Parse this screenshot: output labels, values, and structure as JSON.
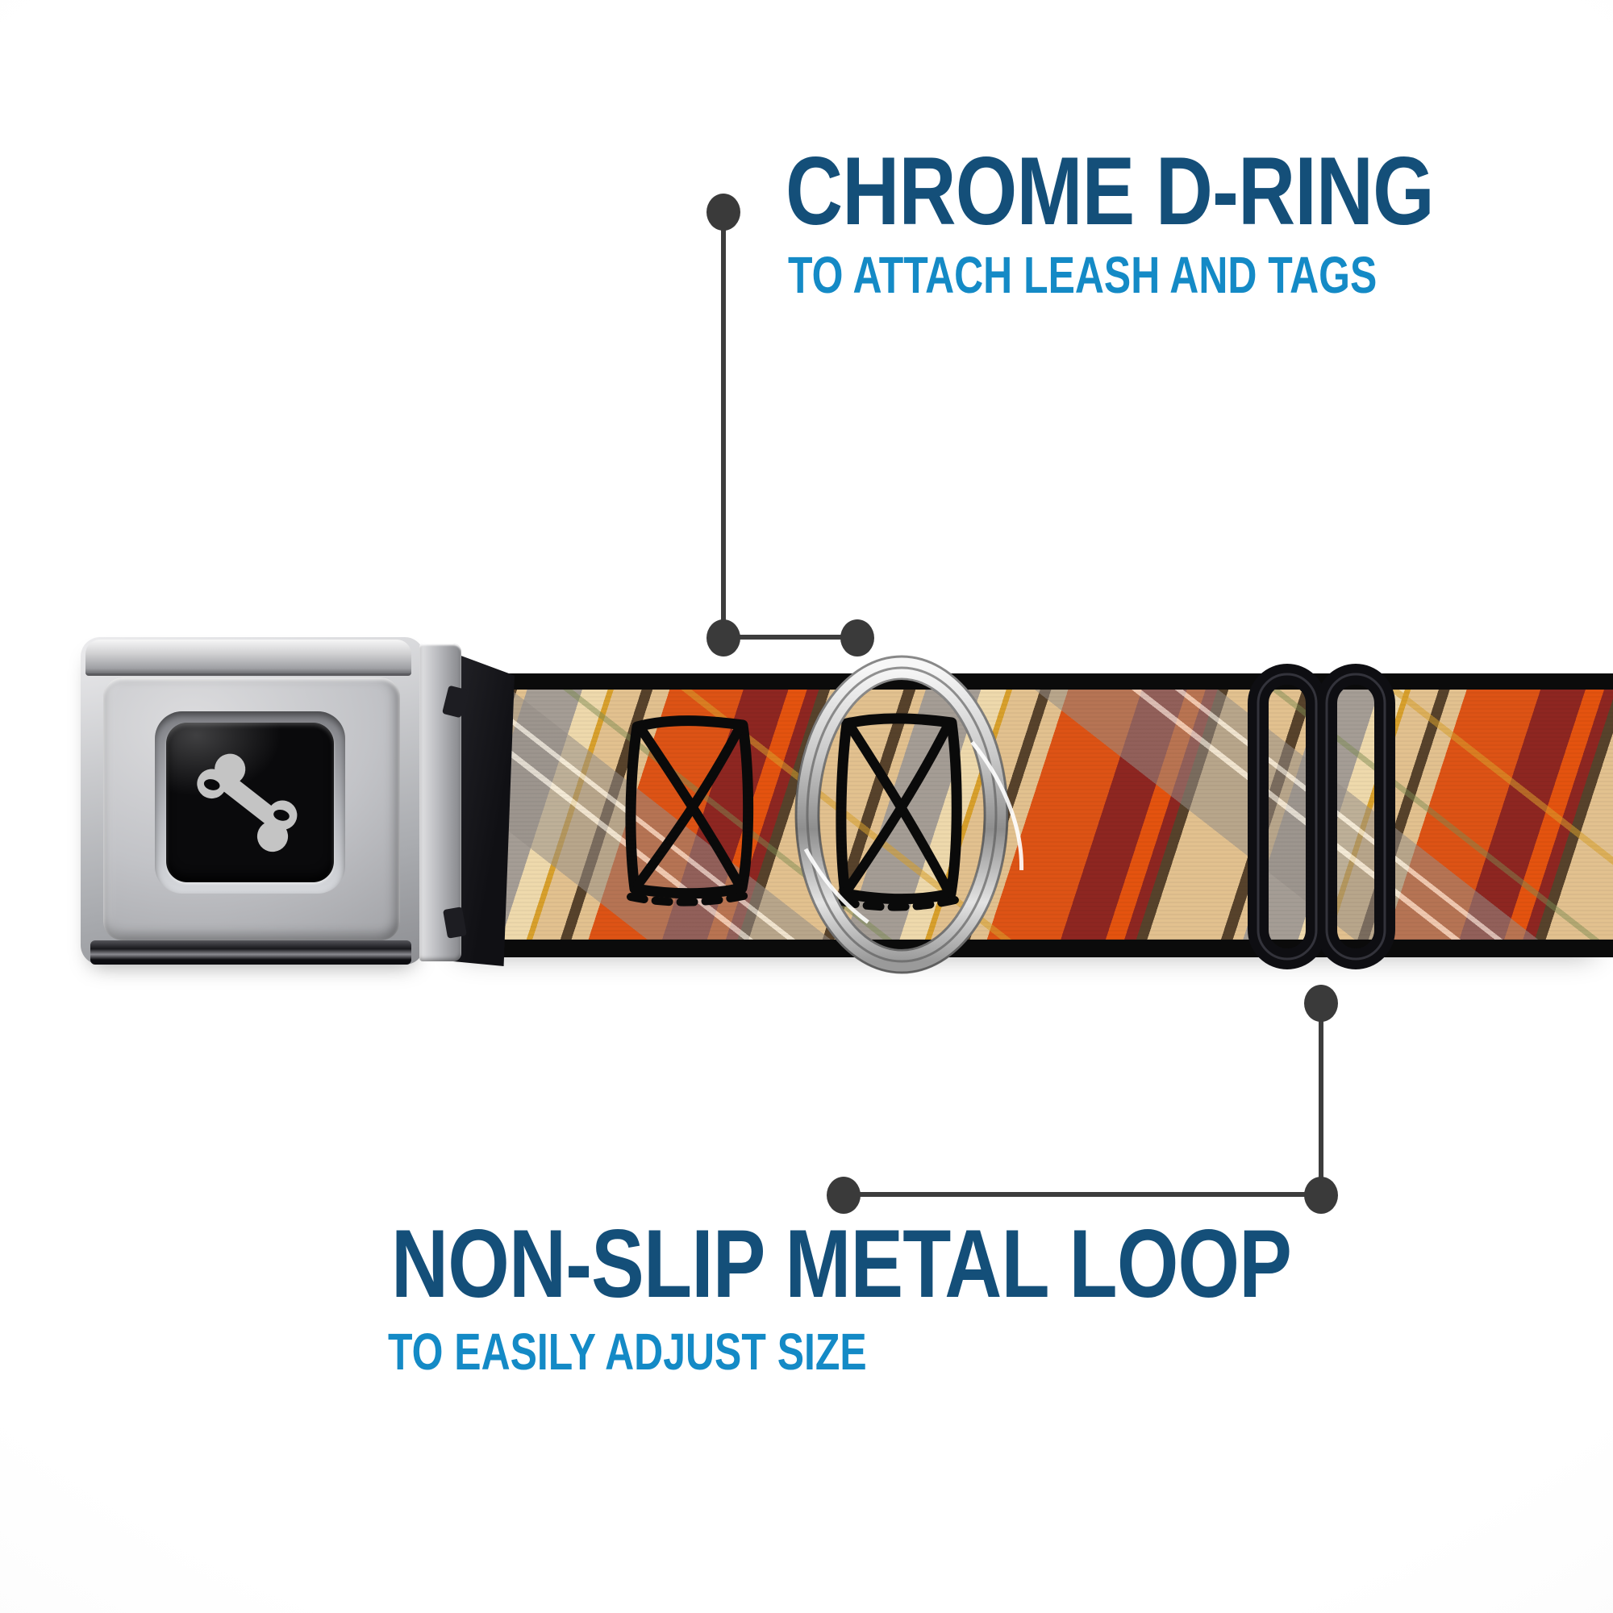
{
  "image_type": "product-feature-callout",
  "product": {
    "item": "seatbelt-buckle dog collar",
    "pattern": "diagonal plaid webbing",
    "buckle_logo_icon": "dog-bone-icon",
    "hardware": [
      "seatbelt-buckle",
      "d-ring",
      "tri-glide-slider"
    ]
  },
  "callouts": [
    {
      "id": "chrome-d-ring",
      "title": "CHROME D-RING",
      "subtitle": "TO ATTACH LEASH AND TAGS",
      "points_to": "d-ring"
    },
    {
      "id": "non-slip-metal-loop",
      "title": "NON-SLIP METAL LOOP",
      "subtitle": "TO EASILY ADJUST SIZE",
      "points_to": "slider-loop"
    }
  ],
  "colors": {
    "title_text": "#144f79",
    "subtitle_text": "#148ac6",
    "callout_line": "#3d3d3d",
    "belt_tan": "#e2c18f",
    "belt_cream": "#eed9ac",
    "belt_orange": "#dd5315",
    "belt_maroon": "#8e2621",
    "belt_brown": "#57422b",
    "belt_gray": "#a59d95",
    "belt_yellow": "#d8a02c",
    "belt_olive": "#7d8c52",
    "belt_edge_black": "#0b0b0b",
    "buckle_chrome": "#c3c4c8",
    "ring_chrome": "#cfcfcf",
    "slider_black": "#101014",
    "background": "#fcfcfc"
  }
}
